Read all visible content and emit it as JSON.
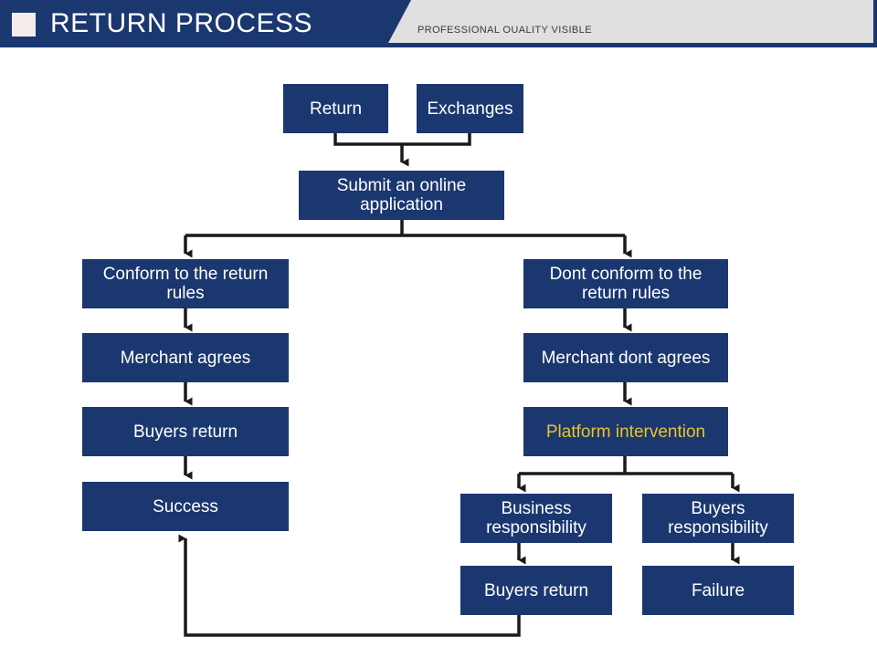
{
  "header": {
    "title": "RETURN PROCESS",
    "subtitle": "PROFESSIONAL OUALITY VISIBLE",
    "icon": "square-icon",
    "navy_color": "#1b3770",
    "gray_color": "#e0e0e0",
    "icon_color": "#f5ecec",
    "title_color": "#ffffff",
    "subtitle_color": "#3a3a3a"
  },
  "diagram": {
    "title": "Return Process",
    "node_fill": "#1b3770",
    "node_text_color": "#ffffff",
    "accent_text_color": "#e8c32a",
    "connector_color": "#1a1a1a",
    "nodes": [
      {
        "id": "return",
        "label": "Return",
        "accent": false
      },
      {
        "id": "exchanges",
        "label": "Exchanges",
        "accent": false
      },
      {
        "id": "submit",
        "label": "Submit an online application",
        "accent": false
      },
      {
        "id": "conform",
        "label": "Conform to the return rules",
        "accent": false
      },
      {
        "id": "merchant-agrees",
        "label": "Merchant agrees",
        "accent": false
      },
      {
        "id": "buyers-return-left",
        "label": "Buyers return",
        "accent": false
      },
      {
        "id": "success",
        "label": "Success",
        "accent": false
      },
      {
        "id": "dont-conform",
        "label": "Dont conform to the return rules",
        "accent": false
      },
      {
        "id": "merchant-dont",
        "label": "Merchant dont agrees",
        "accent": false
      },
      {
        "id": "platform",
        "label": "Platform intervention",
        "accent": true
      },
      {
        "id": "business-resp",
        "label": "Business responsibility",
        "accent": false
      },
      {
        "id": "buyers-resp",
        "label": "Buyers responsibility",
        "accent": false
      },
      {
        "id": "buyers-return-bot",
        "label": "Buyers return",
        "accent": false
      },
      {
        "id": "failure",
        "label": "Failure",
        "accent": false
      }
    ],
    "edges": [
      {
        "from": "return",
        "to": "submit"
      },
      {
        "from": "exchanges",
        "to": "submit"
      },
      {
        "from": "submit",
        "to": "conform"
      },
      {
        "from": "submit",
        "to": "dont-conform"
      },
      {
        "from": "conform",
        "to": "merchant-agrees"
      },
      {
        "from": "merchant-agrees",
        "to": "buyers-return-left"
      },
      {
        "from": "buyers-return-left",
        "to": "success"
      },
      {
        "from": "dont-conform",
        "to": "merchant-dont"
      },
      {
        "from": "merchant-dont",
        "to": "platform"
      },
      {
        "from": "platform",
        "to": "business-resp"
      },
      {
        "from": "platform",
        "to": "buyers-resp"
      },
      {
        "from": "business-resp",
        "to": "buyers-return-bot"
      },
      {
        "from": "buyers-resp",
        "to": "failure"
      },
      {
        "from": "buyers-return-bot",
        "to": "success"
      }
    ]
  }
}
